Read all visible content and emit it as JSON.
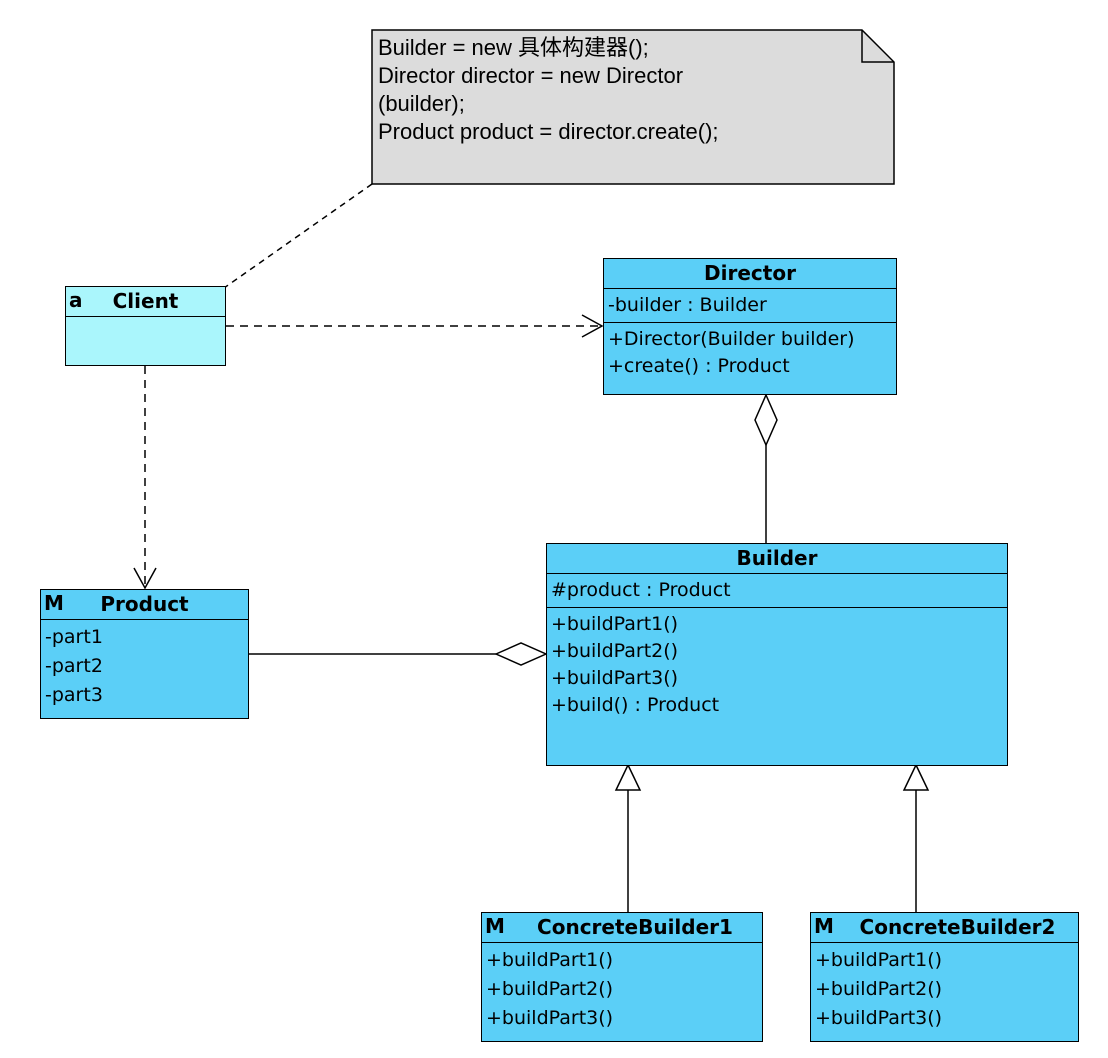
{
  "note": {
    "lines": [
      "Builder = new 具体构建器();",
      "Director director = new Director",
      "(builder);",
      "Product product = director.create();"
    ]
  },
  "client": {
    "icon": "a",
    "name": "Client"
  },
  "director": {
    "name": "Director",
    "attributes": [
      "-builder : Builder"
    ],
    "operations": [
      "+Director(Builder builder)",
      "+create() : Product"
    ]
  },
  "product": {
    "icon": "M",
    "name": "Product",
    "attributes": [
      "-part1",
      "-part2",
      "-part3"
    ]
  },
  "builder": {
    "name": "Builder",
    "attributes": [
      "#product : Product"
    ],
    "operations": [
      "+buildPart1()",
      "+buildPart2()",
      "+buildPart3()",
      "+build() : Product"
    ]
  },
  "concrete1": {
    "icon": "M",
    "name": "ConcreteBuilder1",
    "operations": [
      "+buildPart1()",
      "+buildPart2()",
      "+buildPart3()"
    ]
  },
  "concrete2": {
    "icon": "M",
    "name": "ConcreteBuilder2",
    "operations": [
      "+buildPart1()",
      "+buildPart2()",
      "+buildPart3()"
    ]
  },
  "colors": {
    "class_fill": "#5bcff7",
    "client_fill": "#aaf6fc",
    "note_fill": "#dcdcdc"
  }
}
